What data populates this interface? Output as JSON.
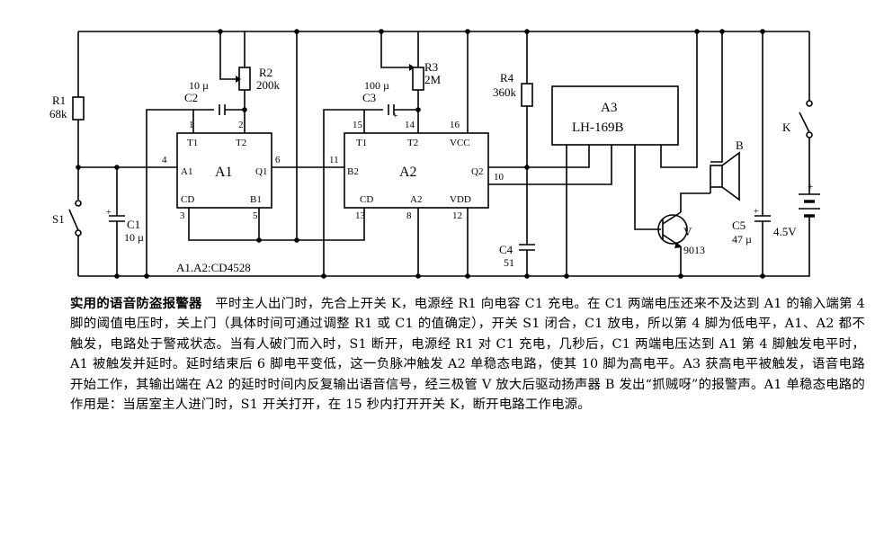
{
  "diagram": {
    "components": {
      "R1": {
        "ref": "R1",
        "value": "68k"
      },
      "R2": {
        "ref": "R2",
        "value": "200k"
      },
      "R3": {
        "ref": "R3",
        "value": "2M"
      },
      "R4": {
        "ref": "R4",
        "value": "360k"
      },
      "C1": {
        "ref": "C1",
        "value": "10 µ"
      },
      "C2": {
        "ref": "C2",
        "value": "10 µ"
      },
      "C3": {
        "ref": "C3",
        "value": "100 µ"
      },
      "C4": {
        "ref": "C4",
        "value": "51"
      },
      "C5": {
        "ref": "C5",
        "value": "47 µ"
      },
      "S1": {
        "ref": "S1"
      },
      "K": {
        "ref": "K"
      },
      "B": {
        "ref": "B"
      },
      "V": {
        "ref": "V",
        "value": "9013"
      },
      "battery": {
        "value": "4.5V"
      }
    },
    "chips": {
      "A1": {
        "name": "A1",
        "pins": {
          "T1": "T1",
          "T2": "T2",
          "A": "A1",
          "Q": "Q1",
          "CD": "CD",
          "B": "B1"
        },
        "pin_numbers": {
          "p1": "1",
          "p2": "2",
          "p3": "3",
          "p4": "4",
          "p5": "5",
          "p6": "6"
        }
      },
      "A2": {
        "name": "A2",
        "pins": {
          "T1": "T1",
          "T2": "T2",
          "VCC": "VCC",
          "B": "B2",
          "Q": "Q2",
          "CD": "CD",
          "A": "A2",
          "VDD": "VDD"
        },
        "pin_numbers": {
          "p15": "15",
          "p14": "14",
          "p16": "16",
          "p11": "11",
          "p10": "10",
          "p13": "13",
          "p8": "8",
          "p12": "12"
        }
      },
      "A3": {
        "name": "A3",
        "model": "LH-169B"
      }
    },
    "chip_note": "A1.A2:CD4528"
  },
  "caption": {
    "title": "实用的语音防盗报警器",
    "body": "平时主人出门时，先合上开关 K，电源经 R1 向电容 C1 充电。在 C1 两端电压还来不及达到 A1 的输入端第 4 脚的阈值电压时，关上门（具体时间可通过调整 R1 或 C1 的值确定），开关 S1 闭合，C1 放电，所以第 4 脚为低电平，A1、A2 都不触发，电路处于警戒状态。当有人破门而入时，S1 断开，电源经 R1 对 C1 充电，几秒后，C1 两端电压达到 A1 第 4 脚触发电平时，A1 被触发并延时。延时结束后 6 脚电平变低，这一负脉冲触发 A2 单稳态电路，使其 10 脚为高电平。A3 获高电平被触发，语音电路开始工作，其输出端在 A2 的延时时间内反复输出语音信号，经三极管 V 放大后驱动扬声器 B 发出“抓贼呀”的报警声。A1 单稳态电路的作用是：当居室主人进门时，S1 开关打开，在 15 秒内打开开关 K，断开电路工作电源。"
  }
}
